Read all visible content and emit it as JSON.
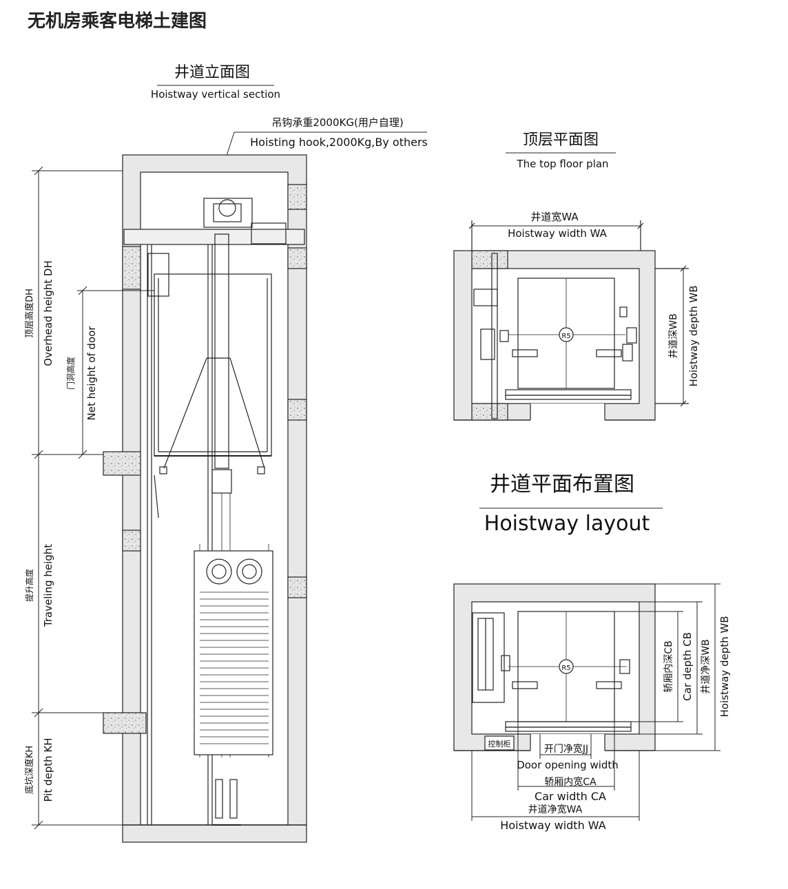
{
  "title": "无机房乘客电梯土建图",
  "section": {
    "cn": "井道立面图",
    "en": "Hoistway vertical section",
    "hook_cn": "吊钩承重2000KG(用户自理)",
    "hook_en": "Hoisting hook,2000Kg,By others",
    "overhead_cn": "顶层高度DH",
    "overhead_en": "Overhead height DH",
    "door_cn": "门洞高度",
    "door_en": "Net height of door",
    "travel_cn": "提升高度",
    "travel_en": "Traveling height",
    "pit_cn": "底坑深度KH",
    "pit_en": "Pit depth KH"
  },
  "top_plan": {
    "cn": "顶层平面图",
    "en": "The top floor plan",
    "wa_cn": "井道宽WA",
    "wa_en": "Hoistway width WA",
    "wb_cn": "井道深WB",
    "wb_en": "Hoistway depth WB",
    "marker": "R5"
  },
  "layout": {
    "cn": "井道平面布置图",
    "en": "Hoistway layout",
    "cb_cn": "轿厢内深CB",
    "cb_en": "Car depth CB",
    "wb_cn": "井道净深WB",
    "wb_en": "Hoistway depth WB",
    "control_cn": "控制柜",
    "jj_cn": "开门净宽JJ",
    "jj_en": "Door opening width",
    "ca_cn": "轿厢内宽CA",
    "ca_en": "Car width CA",
    "wa_cn": "井道净宽WA",
    "wa_en": "Hoistway width WA",
    "marker": "R5"
  }
}
